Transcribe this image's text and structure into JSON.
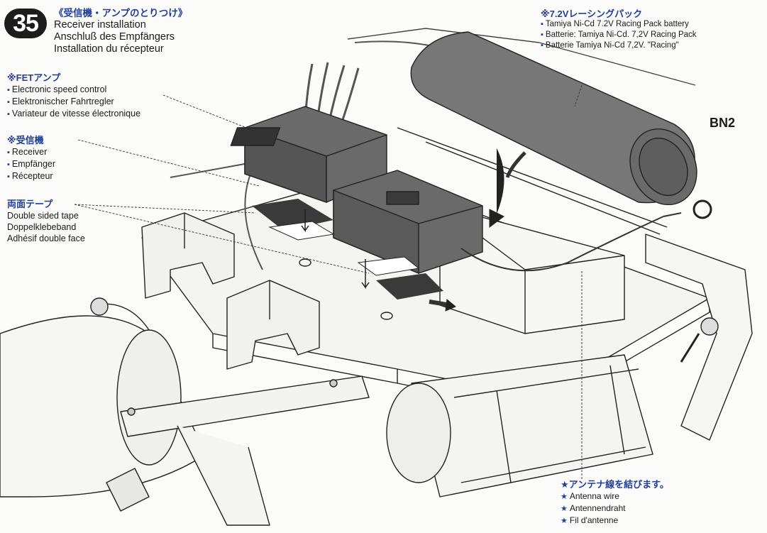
{
  "step": {
    "number": "35",
    "title_jp": "《受信機・アンプのとりつけ》",
    "title_en": "Receiver installation",
    "title_de": "Anschluß des Empfängers",
    "title_fr": "Installation du récepteur"
  },
  "labels": {
    "fet": {
      "jp": "※FETアンプ",
      "en": "Electronic speed control",
      "de": "Elektronischer Fahrtregler",
      "fr": "Variateur de vitesse électronique"
    },
    "receiver": {
      "jp": "※受信機",
      "en": "Receiver",
      "de": "Empfänger",
      "fr": "Récepteur"
    },
    "tape": {
      "jp": "両面テープ",
      "en": "Double sided tape",
      "de": "Doppelklebeband",
      "fr": "Adhésif double face"
    },
    "battery": {
      "jp": "※7.2Vレーシングパック",
      "en": "Tamiya Ni-Cd 7.2V Racing Pack battery",
      "de": "Batterie: Tamiya Ni-Cd. 7,2V Racing Pack",
      "fr": "Batterie Tamiya Ni-Cd 7,2V. \"Racing\""
    },
    "bn2": "BN2",
    "antenna": {
      "jp": "★アンテナ線を結びます。",
      "en": "Antenna wire",
      "de": "Antennendraht",
      "fr": "Fil d'antenne"
    }
  },
  "colors": {
    "accent": "#1f3f9a",
    "ink": "#1a1a1a",
    "component_fill": "#5a5a5a",
    "battery_fill": "#6e6e6e",
    "tape_fill": "#3a3a3a"
  }
}
